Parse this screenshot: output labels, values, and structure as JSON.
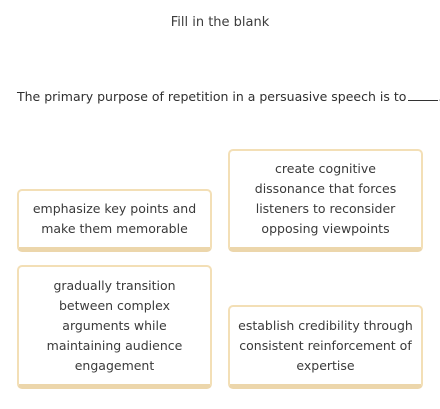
{
  "heading": "Fill in the blank",
  "question": {
    "text": "The primary purpose of repetition in a persuasive speech is to",
    "end": "."
  },
  "options": [
    {
      "label": "emphasize key points and make them memorable"
    },
    {
      "label": "create cognitive dissonance that forces listeners to reconsider opposing viewpoints"
    },
    {
      "label": "gradually transition between complex arguments while maintaining audience engagement"
    },
    {
      "label": "establish credibility through consistent reinforcement of expertise"
    }
  ],
  "colors": {
    "card_border": "#f3dfb6",
    "text": "#3a3a3a"
  }
}
